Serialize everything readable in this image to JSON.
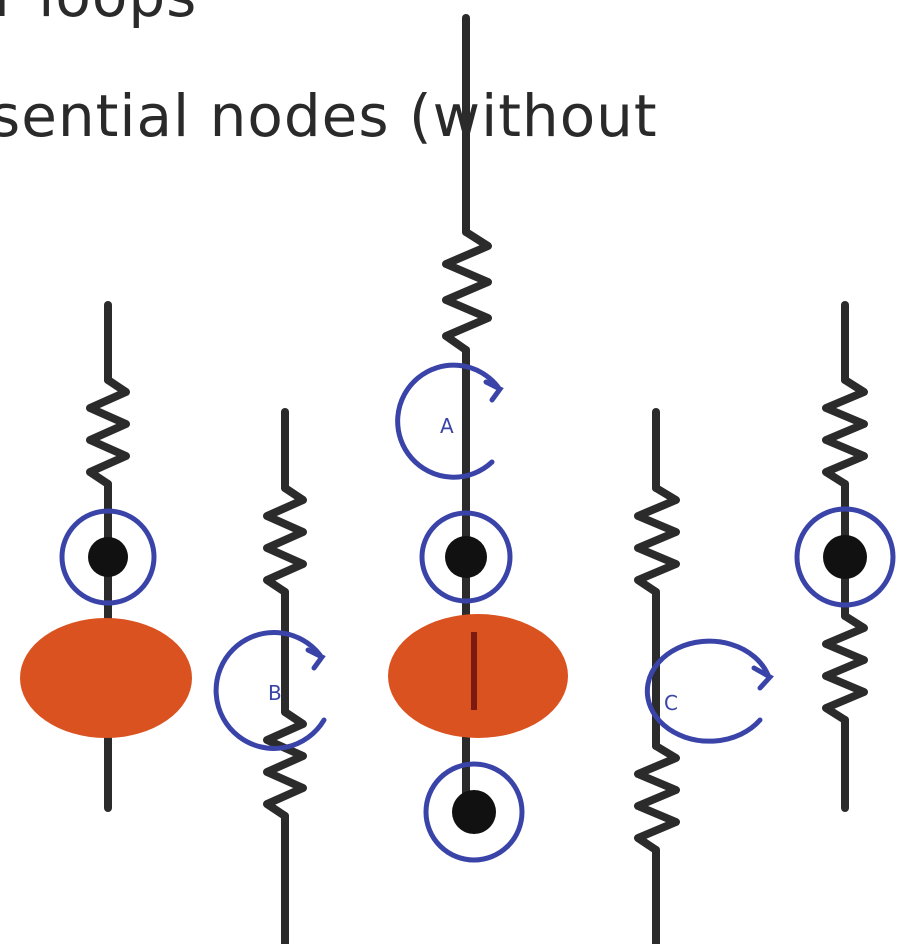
{
  "heading": {
    "line1": "r loops",
    "line2": "sential nodes (without"
  },
  "diagram": {
    "mesh_labels": [
      "A",
      "B",
      "C"
    ],
    "colors": {
      "wire": "#2b2b2b",
      "resistor": "#2b2b2b",
      "node_fill": "#111111",
      "node_ring": "#3a44a8",
      "loop": "#3a44a8",
      "source": "#d9521f"
    }
  }
}
